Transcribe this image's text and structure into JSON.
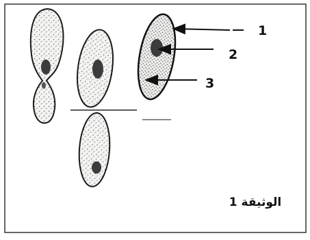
{
  "figure": {
    "caption": "الوثيقة 1",
    "labels": [
      {
        "id": "1",
        "text": "1"
      },
      {
        "id": "2",
        "text": "2"
      },
      {
        "id": "3",
        "text": "3"
      }
    ]
  },
  "colors": {
    "ink": "#1a1a1a",
    "cytoplasm": "#f4f4f2",
    "stipple": "#6a6a6a",
    "nucleus": "#3a3a3a",
    "frame": "#333333"
  }
}
